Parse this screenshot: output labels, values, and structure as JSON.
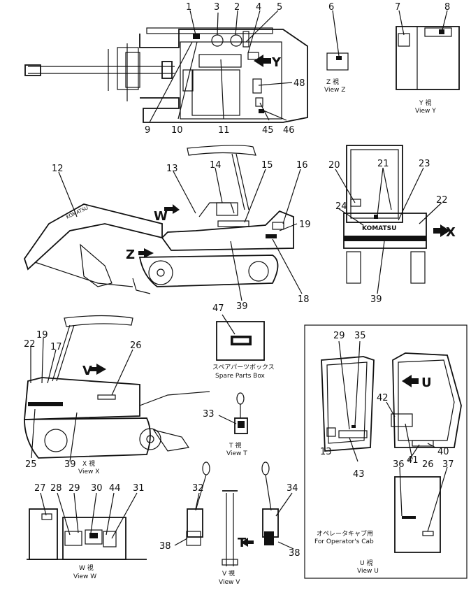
{
  "callouts": [
    "1",
    "2",
    "3",
    "4",
    "5",
    "6",
    "7",
    "8",
    "9",
    "10",
    "11",
    "45",
    "46",
    "48",
    "12",
    "13",
    "14",
    "15",
    "16",
    "18",
    "19",
    "20",
    "21",
    "22",
    "23",
    "24",
    "39",
    "47",
    "26",
    "17",
    "25",
    "33",
    "29",
    "35",
    "42",
    "40",
    "41",
    "43",
    "36",
    "37",
    "27",
    "28",
    "30",
    "44",
    "31",
    "32",
    "34",
    "38"
  ],
  "view_letters": {
    "Y": "Y",
    "W": "W",
    "Z": "Z",
    "X": "X",
    "V": "V",
    "T": "T",
    "U": "U"
  },
  "captions": {
    "view_z_jp": "Z 視",
    "view_z_en": "View Z",
    "view_y_jp": "Y 視",
    "view_y_en": "View Y",
    "spare_jp": "スペアパーツボックス",
    "spare_en": "Spare Parts Box",
    "view_t_jp": "T 視",
    "view_t_en": "View T",
    "view_x_jp": "X 視",
    "view_x_en": "View X",
    "cab_jp": "オペレータキャブ用",
    "cab_en": "For Operator's Cab",
    "view_u_jp": "U 視",
    "view_u_en": "View U",
    "view_w_jp": "W 視",
    "view_w_en": "View W",
    "view_v_jp": "V 視",
    "view_v_en": "View V"
  },
  "boom_text": "KOMATSU",
  "rear_text": "KOMATSU"
}
